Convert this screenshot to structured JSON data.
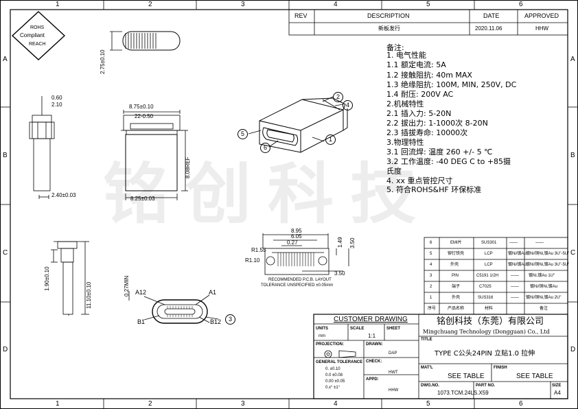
{
  "zones": {
    "cols": [
      "1",
      "2",
      "3",
      "4",
      "5",
      "6"
    ],
    "rows": [
      "A",
      "B",
      "C",
      "D"
    ]
  },
  "badge": {
    "line1": "ROHS",
    "line2": "Compliant",
    "line3": "REACH"
  },
  "revision": {
    "headers": {
      "rev": "REV",
      "description": "DESCRIPTION",
      "date": "DATE",
      "approved": "APPROVED"
    },
    "row": {
      "description": "新板发行",
      "date": "2020.11.06",
      "approved": "HHW"
    }
  },
  "notes": [
    "备注:",
    "1. 电气性能",
    "1.1 额定电流: 5A",
    "1.2 接触阻抗: 40m MAX",
    "1.3 绝缘阻抗: 100M, MIN, 250V, DC",
    "1.4 耐压: 200V AC",
    "2.机械特性",
    "2.1 插入力: 5-20N",
    "2.2 拔出力: 1-1000次 8-20N",
    "2.3 插拔寿命: 10000次",
    "3.物理特性",
    "3.1 回流焊: 温度 260 +/- 5 ℃",
    "3.2 工作温度: -40 DEG C to +85摄",
    "氏度",
    "4. xx 重点管控尺寸",
    "5. 符合ROHS&HF 环保标准"
  ],
  "dims": {
    "side_a": "2.75±0.10",
    "d060": "0.60",
    "d210": "2.10",
    "d240": "2.40±0.03",
    "d875": "8.75±0.10",
    "d022": "22-0.50",
    "d808": "8.08REF",
    "d825": "8.25±0.03",
    "d190": "1.90±0.10",
    "d1110": "11.10±0.10",
    "d027": "0.27MIN",
    "a12": "A12",
    "a1": "A1",
    "b1": "B1",
    "b12": "B12",
    "pcb_895": "8.95",
    "pcb_605": "6.05",
    "pcb_027": "0.27",
    "pcb_149": "1.49",
    "pcb_350a": "3.50",
    "pcb_350b": "3.50",
    "pcb_r155": "R1.55",
    "pcb_r110": "R1.10",
    "pcb_title": "RECOMMENDED P.C.B. LAYOUT",
    "pcb_tol": "TOLERANCE UNSPECIFIED ±0.05mm"
  },
  "balloons": [
    "1",
    "2",
    "3",
    "4",
    "5",
    "6"
  ],
  "watermark": "铭创科技",
  "bom": {
    "rows": [
      {
        "no": "6",
        "name": "EMI片",
        "mat": "SUS301",
        "c4": "——",
        "c5": "——"
      },
      {
        "no": "5",
        "name": "铆钉铁壳",
        "mat": "LCP",
        "c4": "镀Ni/镀Au",
        "c5": "镀Ni/铜Ni,镀Au 3U\"-5U\""
      },
      {
        "no": "4",
        "name": "外壳",
        "mat": "LCP",
        "c4": "镀Ni/镀Au",
        "c5": "镀Ni/铜Ni,镀Au 3U\"-5U\""
      },
      {
        "no": "3",
        "name": "PIN",
        "mat": "C5191 1/2H",
        "c4": "——",
        "c5": "镀Ni,镀Au 1U\""
      },
      {
        "no": "2",
        "name": "端子",
        "mat": "C7025",
        "c4": "——",
        "c5": "镀Ni/铜Ni,镀Au"
      },
      {
        "no": "1",
        "name": "外壳",
        "mat": "SUS316",
        "c4": "——",
        "c5": "镀Ni/铜Ni,镀Au 2U\""
      }
    ],
    "header": {
      "no": "序号",
      "name": "产品名称",
      "mat": "材料",
      "c4": "",
      "c5": "备注"
    }
  },
  "titleblock": {
    "customer_drawing": "CUSTOMER DRAWING",
    "units_label": "UNITS",
    "units_value": "mm",
    "scale_label": "SCALE",
    "scale_value": "1:1",
    "sheet_label": "SHEET",
    "projection_label": "PROJECTION:",
    "drawn_label": "DRAWN:",
    "drawn_value": "DAP",
    "check_label": "CHECK:",
    "check_value": "HWT",
    "apprd_label": "APPD:",
    "apprd_value": "HHW",
    "tolerance_label": "GENERAL TOLERANCE",
    "tol_rows": [
      "0. ±0.10",
      "0.0 ±0.08",
      "0.00 ±0.05",
      "0.x° ±1°"
    ],
    "company_cn": "铭创科技（东莞）有限公司",
    "company_en": "Mingchuang Technology (Dongguan) Co., Ltd",
    "title_label": "TITLE",
    "title_value": "TYPE C公头24PIN 立贴1.0 拉伸",
    "mat_label": "MAT'L",
    "mat_value": "SEE TABLE",
    "finish_label": "FINISH",
    "finish_value": "SEE TABLE",
    "dwgno_label": "DWG.NO.",
    "dwgno_value": "1073.TCM.24LS.X59",
    "partno_label": "PART NO.",
    "size_label": "SIZE",
    "size_value": "A4"
  }
}
